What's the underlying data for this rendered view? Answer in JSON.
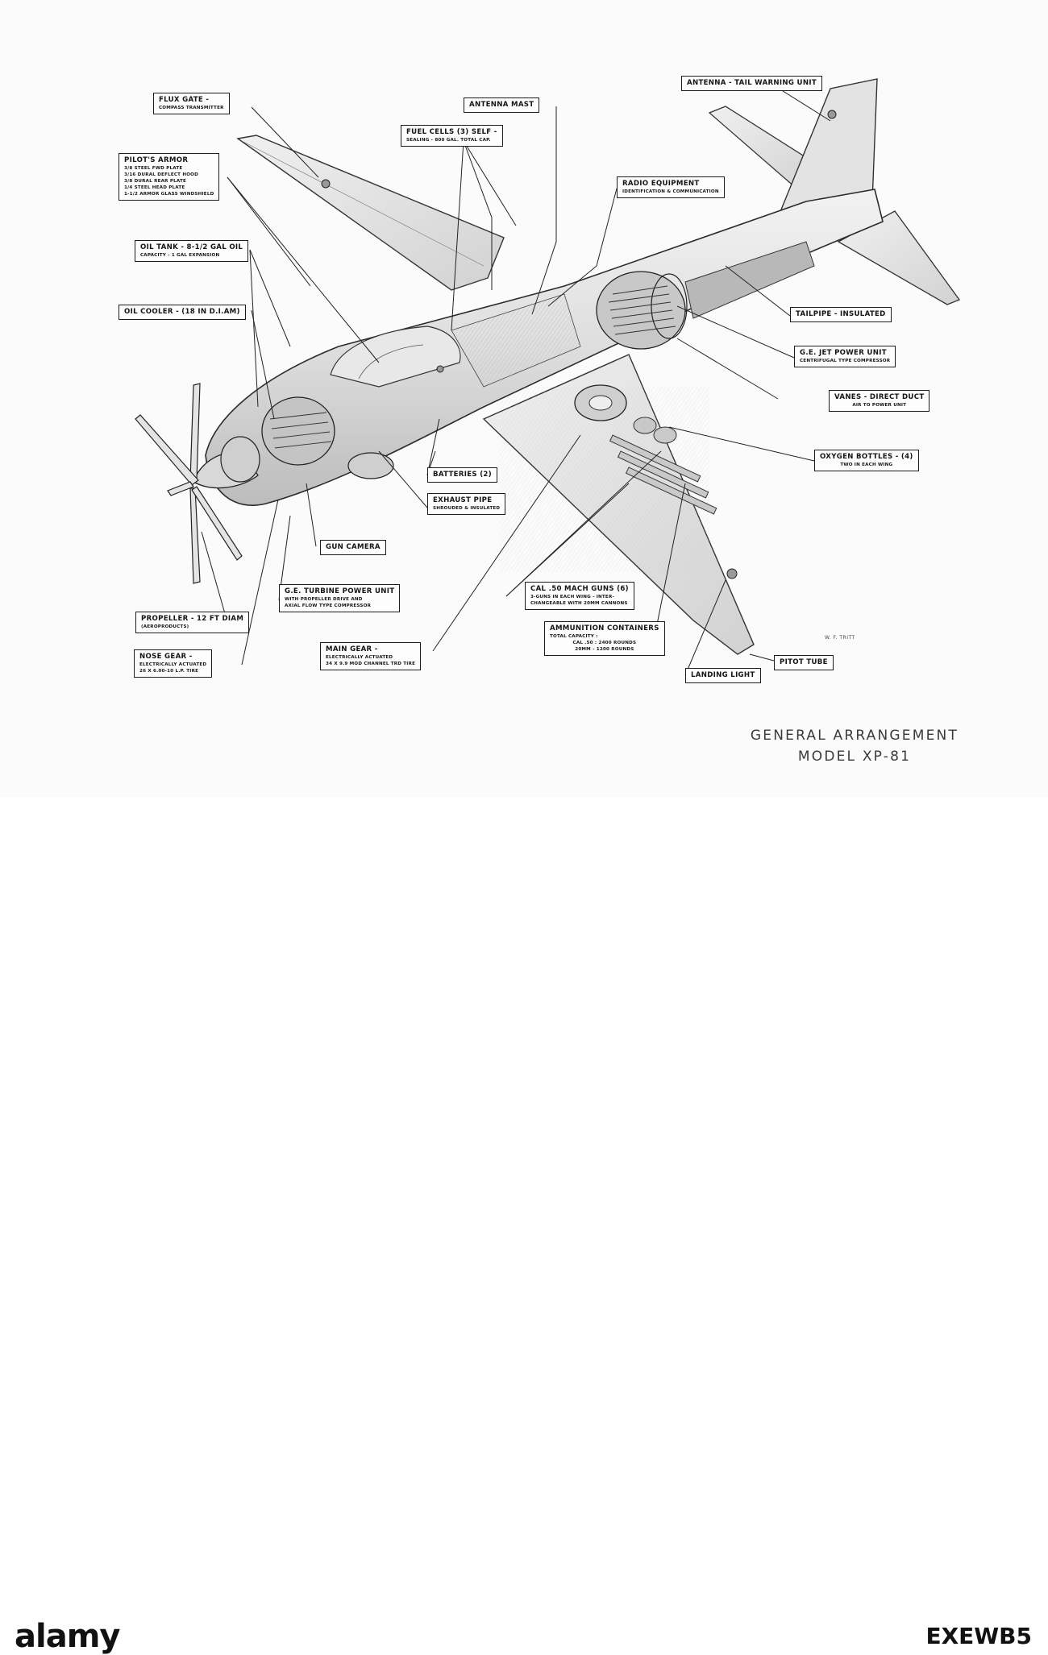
{
  "callouts": [
    {
      "id": "flux-gate",
      "lines": [
        "FLUX GATE -"
      ],
      "sub": [
        "COMPASS TRANSMITTER"
      ]
    },
    {
      "id": "pilots-armor",
      "lines": [
        "PILOT'S ARMOR"
      ],
      "sub": [
        "3/8 STEEL FWD PLATE",
        "3/16 DURAL DEFLECT HOOD",
        "3/8 DURAL REAR PLATE",
        "1/4 STEEL HEAD PLATE",
        "1-1/2 ARMOR GLASS WINDSHIELD"
      ]
    },
    {
      "id": "oil-tank",
      "lines": [
        "OIL TANK - 8-1/2 GAL OIL"
      ],
      "sub": [
        "CAPACITY - 1 GAL EXPANSION"
      ]
    },
    {
      "id": "oil-cooler",
      "lines": [
        "OIL COOLER - (18 IN D.I.AM)"
      ],
      "sub": []
    },
    {
      "id": "antenna-mast",
      "lines": [
        "ANTENNA MAST"
      ],
      "sub": []
    },
    {
      "id": "fuel-cells",
      "lines": [
        "FUEL CELLS (3) SELF -"
      ],
      "sub": [
        "SEALING - 800 GAL. TOTAL CAP."
      ]
    },
    {
      "id": "radio-equipment",
      "lines": [
        "RADIO EQUIPMENT"
      ],
      "sub": [
        "IDENTIFICATION & COMMUNICATION"
      ]
    },
    {
      "id": "antenna-tail",
      "lines": [
        "ANTENNA - TAIL WARNING UNIT"
      ],
      "sub": []
    },
    {
      "id": "tailpipe",
      "lines": [
        "TAILPIPE - INSULATED"
      ],
      "sub": []
    },
    {
      "id": "ge-jet",
      "lines": [
        "G.E. JET POWER UNIT"
      ],
      "sub": [
        "CENTRIFUGAL TYPE COMPRESSOR"
      ]
    },
    {
      "id": "vanes",
      "lines": [
        "VANES - DIRECT DUCT"
      ],
      "sub": [
        "AIR TO POWER UNIT"
      ]
    },
    {
      "id": "oxygen",
      "lines": [
        "OXYGEN BOTTLES - (4)"
      ],
      "sub": [
        "TWO IN EACH WING"
      ]
    },
    {
      "id": "batteries",
      "lines": [
        "BATTERIES (2)"
      ],
      "sub": []
    },
    {
      "id": "exhaust",
      "lines": [
        "EXHAUST PIPE"
      ],
      "sub": [
        "SHROUDED & INSULATED"
      ]
    },
    {
      "id": "gun-camera",
      "lines": [
        "GUN CAMERA"
      ],
      "sub": []
    },
    {
      "id": "ge-turbine",
      "lines": [
        "G.E. TURBINE POWER UNIT"
      ],
      "sub": [
        "WITH PROPELLER DRIVE AND",
        "AXIAL FLOW TYPE COMPRESSOR"
      ]
    },
    {
      "id": "propeller",
      "lines": [
        "PROPELLER - 12 FT DIAM"
      ],
      "sub": [
        "(AEROPRODUCTS)"
      ]
    },
    {
      "id": "nose-gear",
      "lines": [
        "NOSE GEAR -"
      ],
      "sub": [
        "ELECTRICALLY ACTUATED",
        "26 X 6.00-10 L.P. TIRE"
      ]
    },
    {
      "id": "main-gear",
      "lines": [
        "MAIN GEAR -"
      ],
      "sub": [
        "ELECTRICALLY ACTUATED",
        "34 X 9.9 MOD CHANNEL TRD TIRE"
      ]
    },
    {
      "id": "cal-50",
      "lines": [
        "CAL .50 MACH GUNS (6)"
      ],
      "sub": [
        "3-GUNS IN EACH WING - INTER-",
        "CHANGEABLE WITH 20MM CANNONS"
      ]
    },
    {
      "id": "ammunition",
      "lines": [
        "AMMUNITION CONTAINERS"
      ],
      "sub": [
        "TOTAL CAPACITY :",
        "CAL .50 : 2400 ROUNDS",
        "20MM - 1200 ROUNDS"
      ]
    },
    {
      "id": "landing-light",
      "lines": [
        "LANDING LIGHT"
      ],
      "sub": []
    },
    {
      "id": "pitot",
      "lines": [
        "PITOT TUBE"
      ],
      "sub": []
    }
  ],
  "title": {
    "line1": "GENERAL ARRANGEMENT",
    "line2": "MODEL XP-81"
  },
  "signature": "W. F. TRITT",
  "footer": {
    "logo": "alamy",
    "image_id": "EXEWB5"
  }
}
